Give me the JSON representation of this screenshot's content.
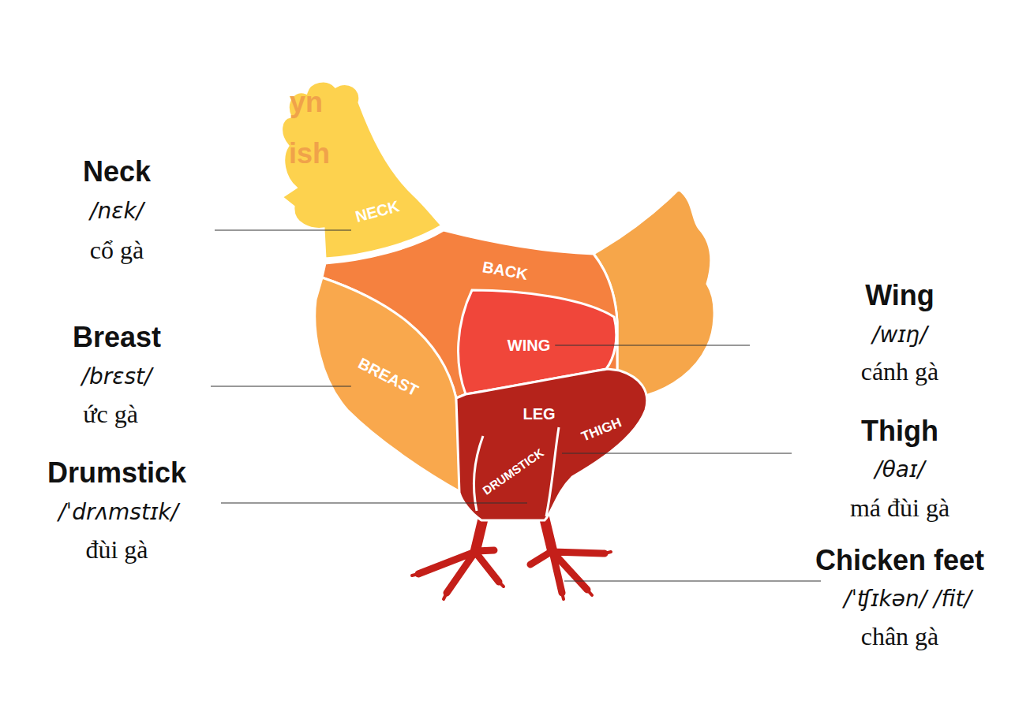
{
  "diagram": {
    "nodes": [
      {
        "text": [
          "NECK"
        ]
      },
      {
        "text": [
          "BACK"
        ]
      },
      {
        "text": [
          "WING"
        ]
      },
      {
        "text": [
          "BREAST"
        ]
      },
      {
        "text": [
          "LEG"
        ]
      },
      {
        "text": [
          "DRUMSTICK"
        ],
        "in": 4
      },
      {
        "text": [
          "THIGH"
        ],
        "in": 4
      }
    ],
    "labels": [
      "Neck",
      "/nɛk/",
      "cổ gà",
      "Breast",
      "/brɛst/",
      "ức gà",
      "Drumstick",
      "/ˈdrʌmstɪk/",
      "đùi gà",
      "Wing",
      "/wɪŋ/",
      "cánh gà",
      "Thigh",
      "/θaɪ/",
      "má đùi gà",
      "Chicken feet",
      "/ˈʧɪkən/ /fit/",
      "chân gà",
      "yn",
      "ish"
    ]
  }
}
